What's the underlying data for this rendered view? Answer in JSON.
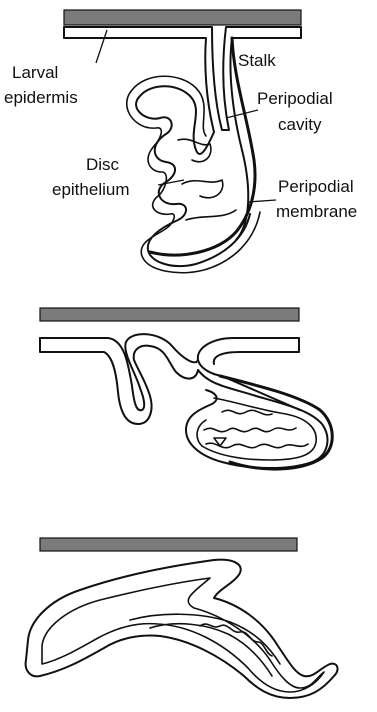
{
  "stage1": {
    "labels": {
      "larval_epidermis": [
        "Larval",
        "epidermis"
      ],
      "stalk": "Stalk",
      "peripodial_cavity": [
        "Peripodial",
        "cavity"
      ],
      "disc_epithelium": [
        "Disc",
        "epithelium"
      ],
      "peripodial_membrane": [
        "Peripodial",
        "membrane"
      ]
    }
  },
  "colors": {
    "cuticle_bar": "#7b7b7b",
    "outline": "#111111",
    "background": "#ffffff"
  }
}
